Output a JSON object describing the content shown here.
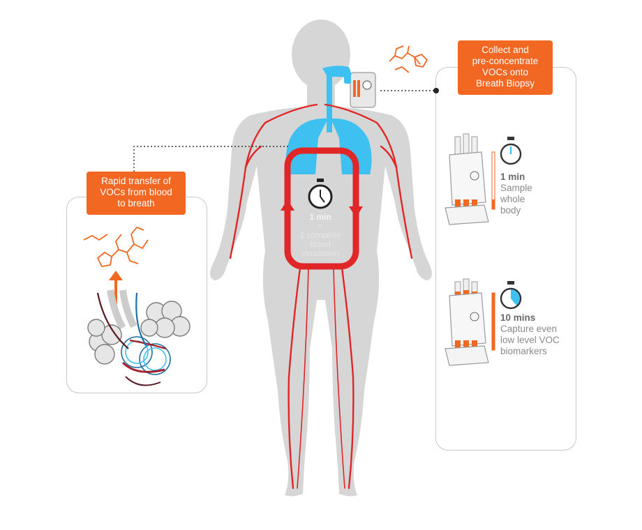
{
  "colors": {
    "accent": "#f26722",
    "blood": "#e02626",
    "airway": "#3ec0f0",
    "body": "#d6d6d6",
    "panel_border": "#c8c8c8",
    "caption": "#8a8a8a"
  },
  "callouts": {
    "collect": {
      "line1": "Collect and",
      "line2": "pre-concentrate",
      "line3": "VOCs onto",
      "line4": "Breath Biopsy"
    },
    "transfer": {
      "line1": "Rapid transfer of",
      "line2": "VOCs from blood",
      "line3": "to breath"
    }
  },
  "center": {
    "time": "1 min",
    "equals": "=",
    "line1": "1 complete",
    "line2": "blood",
    "line3": "circulation"
  },
  "samples": [
    {
      "time": "1 min",
      "line1": "Sample",
      "line2": "whole",
      "line3": "body",
      "progress": 0.17
    },
    {
      "time": "10 mins",
      "line1": "Capture even",
      "line2": "low level VOC",
      "line3": "biomarkers",
      "progress": 1.0
    }
  ],
  "icons": [
    "stopwatch-icon",
    "molecule-icon",
    "mask-device-icon",
    "sample-cartridge-icon",
    "alveoli-icon",
    "up-arrow-icon"
  ]
}
